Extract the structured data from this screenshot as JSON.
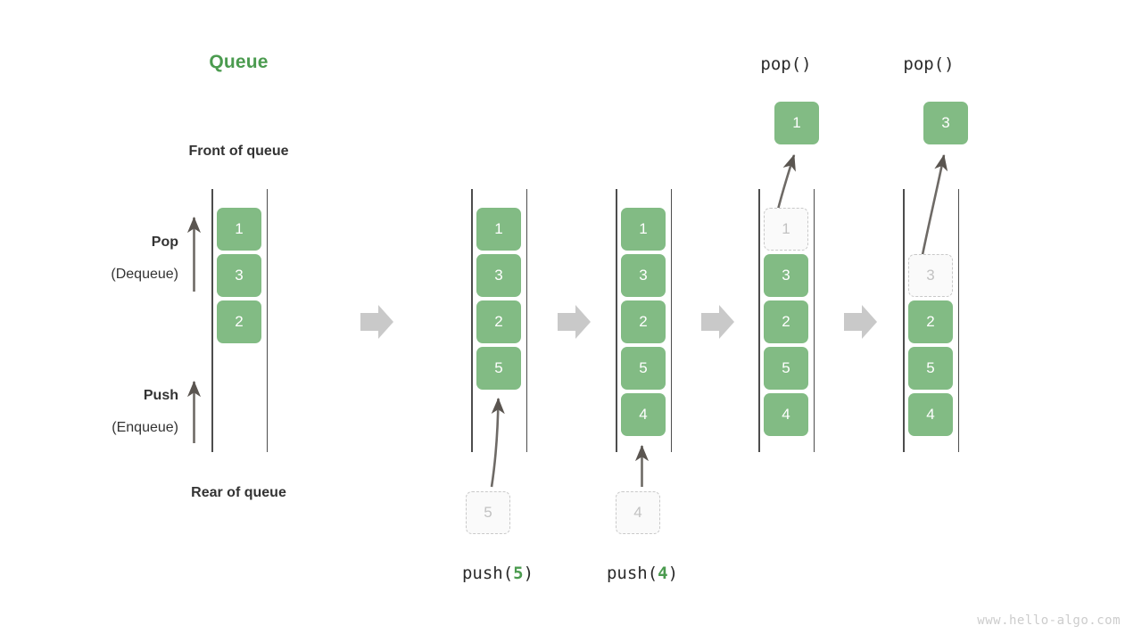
{
  "diagram": {
    "title": "Queue",
    "title_color": "#4b9b4f",
    "box_color": "#82bb84",
    "ghost_color": "#fafafa",
    "arrow_color": "#c8c8c8",
    "line_color": "#4d4d4d",
    "watermark": "www.hello-algo.com",
    "labels": {
      "front_of_queue": "Front of queue",
      "rear_of_queue": "Rear of queue",
      "pop": "Pop",
      "pop_alt": "(Dequeue)",
      "push": "Push",
      "push_alt": "(Enqueue)"
    },
    "operations": {
      "push5_prefix": "push(",
      "push5_arg": "5",
      "push5_suffix": ")",
      "push4_prefix": "push(",
      "push4_arg": "4",
      "push4_suffix": ")",
      "pop1": "pop()",
      "pop2": "pop()"
    },
    "states": [
      {
        "name": "initial",
        "cells": [
          {
            "value": "1",
            "state": "filled"
          },
          {
            "value": "3",
            "state": "filled"
          },
          {
            "value": "2",
            "state": "filled"
          }
        ],
        "incoming": null,
        "outgoing": null
      },
      {
        "name": "after-push-5",
        "cells": [
          {
            "value": "1",
            "state": "filled"
          },
          {
            "value": "3",
            "state": "filled"
          },
          {
            "value": "2",
            "state": "filled"
          },
          {
            "value": "5",
            "state": "filled"
          }
        ],
        "incoming": {
          "value": "5",
          "state": "ghost"
        },
        "outgoing": null
      },
      {
        "name": "after-push-4",
        "cells": [
          {
            "value": "1",
            "state": "filled"
          },
          {
            "value": "3",
            "state": "filled"
          },
          {
            "value": "2",
            "state": "filled"
          },
          {
            "value": "5",
            "state": "filled"
          },
          {
            "value": "4",
            "state": "filled"
          }
        ],
        "incoming": {
          "value": "4",
          "state": "ghost"
        },
        "outgoing": null
      },
      {
        "name": "after-pop-1",
        "cells": [
          {
            "value": "1",
            "state": "ghost"
          },
          {
            "value": "3",
            "state": "filled"
          },
          {
            "value": "2",
            "state": "filled"
          },
          {
            "value": "5",
            "state": "filled"
          },
          {
            "value": "4",
            "state": "filled"
          }
        ],
        "incoming": null,
        "outgoing": {
          "value": "1",
          "state": "filled"
        }
      },
      {
        "name": "after-pop-3",
        "cells": [
          {
            "value": "3",
            "state": "ghost"
          },
          {
            "value": "2",
            "state": "filled"
          },
          {
            "value": "5",
            "state": "filled"
          },
          {
            "value": "4",
            "state": "filled"
          }
        ],
        "incoming": null,
        "outgoing": {
          "value": "3",
          "state": "filled"
        }
      }
    ],
    "transition_arrows": 4
  }
}
